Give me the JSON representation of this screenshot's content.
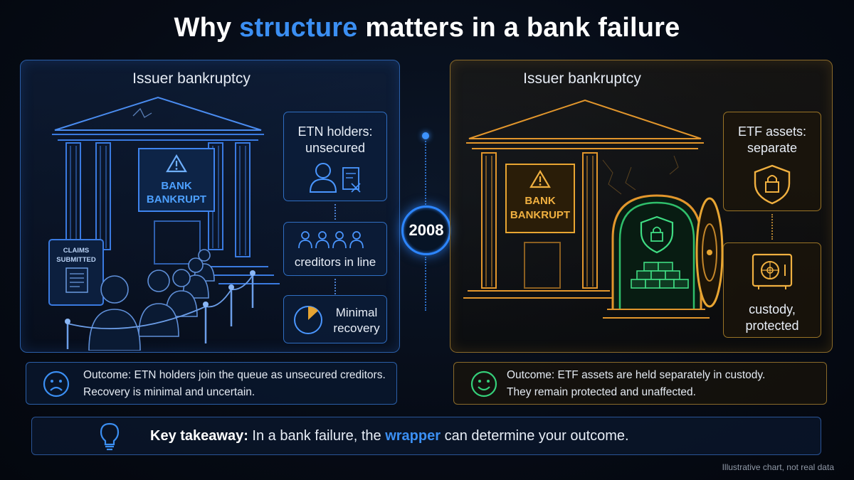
{
  "title": {
    "part1": "Why ",
    "highlight": "structure",
    "part2": " matters in a bank failure"
  },
  "left": {
    "heading": "Issuer bankruptcy",
    "sign_line1": "BANK",
    "sign_line2": "BANKRUPT",
    "claims_line1": "CLAIMS",
    "claims_line2": "SUBMITTED",
    "box1_line1": "ETN holders:",
    "box1_line2": "unsecured",
    "box2": "creditors in line",
    "box3_line1": "Minimal",
    "box3_line2": "recovery",
    "outcome_line1": "Outcome: ETN holders join the queue as unsecured creditors.",
    "outcome_line2": "Recovery is minimal and uncertain."
  },
  "timeline": {
    "year": "2008"
  },
  "right": {
    "heading": "Issuer bankruptcy",
    "sign_line1": "BANK",
    "sign_line2": "BANKRUPT",
    "box1_line1": "ETF assets:",
    "box1_line2": "separate",
    "box2_line1": "custody,",
    "box2_line2": "protected",
    "outcome_line1": "Outcome: ETF assets are held separately in custody.",
    "outcome_line2": "They remain protected and unaffected."
  },
  "takeaway": {
    "label": "Key takeaway:",
    "text1": " In a bank failure, the ",
    "keyword": "wrapper",
    "text2": " can determine your outcome."
  },
  "note": "Illustrative chart, not real data",
  "colors": {
    "accent_blue": "#3b8ff3",
    "accent_gold": "#e8a532",
    "accent_green": "#35d07a"
  }
}
